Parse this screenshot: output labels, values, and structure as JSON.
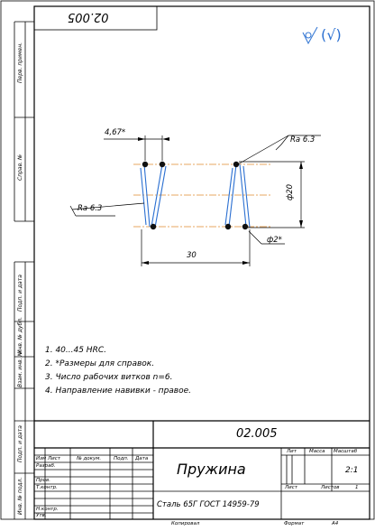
{
  "doc_number": "02.005",
  "doc_number_stamp": "02.005",
  "part_name": "Пружина",
  "material": "Сталь 65Г ГОСТ 14959-79",
  "scale": "2:1",
  "sheets_value": "1",
  "roughness_general": "(√)",
  "dimensions": {
    "pitch": "4,67*",
    "roughness_right": "Ra 6.3",
    "roughness_left": "Ra 6.3",
    "diameter": "ф20",
    "wire_diameter": "ф2*",
    "length": "30"
  },
  "notes": [
    "1. 40...45 HRC.",
    "2. *Размеры для справок.",
    "3. Число рабочих витков n=6.",
    "4. Направление навивки - правое."
  ],
  "side_strip": {
    "perv_primen": "Перв. примен.",
    "sprav_no": "Справ. №",
    "podp_data_1": "Подп. и дата",
    "inv_dubl": "Инв. № дубл.",
    "vzam_inv": "Взам. инв. №",
    "podp_data_2": "Подп. и дата",
    "inv_podl": "Инв. № подл."
  },
  "title_block": {
    "izm": "Изм",
    "list": "Лист",
    "no_dokum": "№ докум.",
    "podp": "Подп.",
    "data": "Дата",
    "razrab": "Разраб.",
    "prov": "Пров.",
    "t_kontr": "Т.контр.",
    "n_kontr": "Н.контр.",
    "utv": "Утв.",
    "lit": "Лит",
    "massa": "Масса",
    "masshtab": "Масштаб",
    "list_label": "Лист",
    "listov_label": "Листов"
  },
  "footer": {
    "kopiroval": "Копировал",
    "format": "Формат",
    "format_value": "А4"
  }
}
